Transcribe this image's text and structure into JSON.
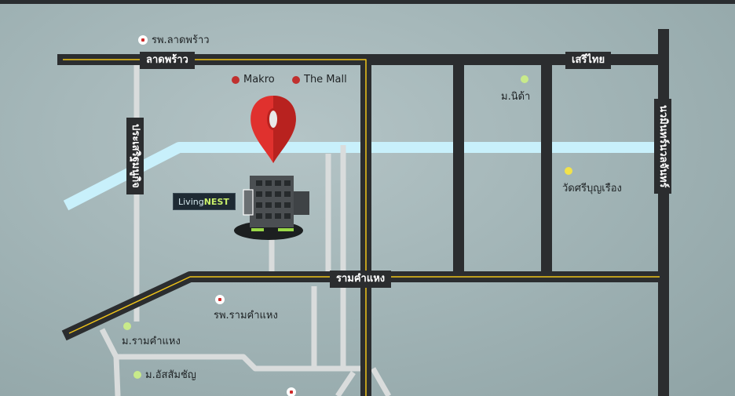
{
  "roads": {
    "lat_phrao": "ลาดพร้าว",
    "seri_thai": "เสรีไทย",
    "prasert_manukit": "ประเสริฐมนูกิจ",
    "serithai_east": "นวมินทร์นวลจันทร์",
    "ramkhamhaeng": "รามคำแหง"
  },
  "pois": {
    "hospital_lat_phrao": "รพ.ลาดพร้าว",
    "makro": "Makro",
    "the_mall": "The Mall",
    "mu_nida": "ม.นิด้า",
    "wat_si_bun_rueang": "วัดศรีบุญเรือง",
    "hospital_ramkhamhaeng": "รพ.รามคำแหง",
    "ramkhamhaeng_university": "ม.รามคำแหง",
    "assumption_university": "ม.อัสสัมชัญ"
  },
  "logo": {
    "part1": "Living",
    "part2": "NEST"
  },
  "colors": {
    "road": "#2b2d2f",
    "road_line": "#f0c419",
    "canal": "#c8f0fb",
    "pin": "#e0312e",
    "minor_road": "#d9dcdc"
  },
  "icons": {
    "location_pin": "map-pin-icon",
    "building": "building-icon",
    "hospital": "hospital-icon"
  }
}
